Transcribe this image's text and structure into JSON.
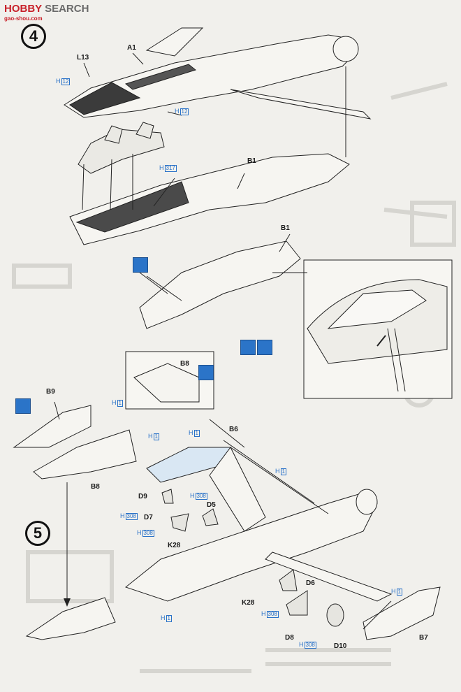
{
  "logo": {
    "text_a": "HOBBY",
    "text_b": "SEARCH",
    "url": "gao-shou.com"
  },
  "steps": {
    "four": "4",
    "five": "5"
  },
  "parts": {
    "L13": "L13",
    "A1": "A1",
    "B1a": "B1",
    "B1b": "B1",
    "B8_inset": "B8",
    "B9": "B9",
    "B8": "B8",
    "B6": "B6",
    "D9": "D9",
    "D7": "D7",
    "D5": "D5",
    "K28a": "K28",
    "K28b": "K28",
    "D6": "D6",
    "D8": "D8",
    "D10": "D10",
    "B7": "B7"
  },
  "h_refs": {
    "h12": "12",
    "h317": "317",
    "h1": "1",
    "h308": "308",
    "prefix": "H"
  }
}
